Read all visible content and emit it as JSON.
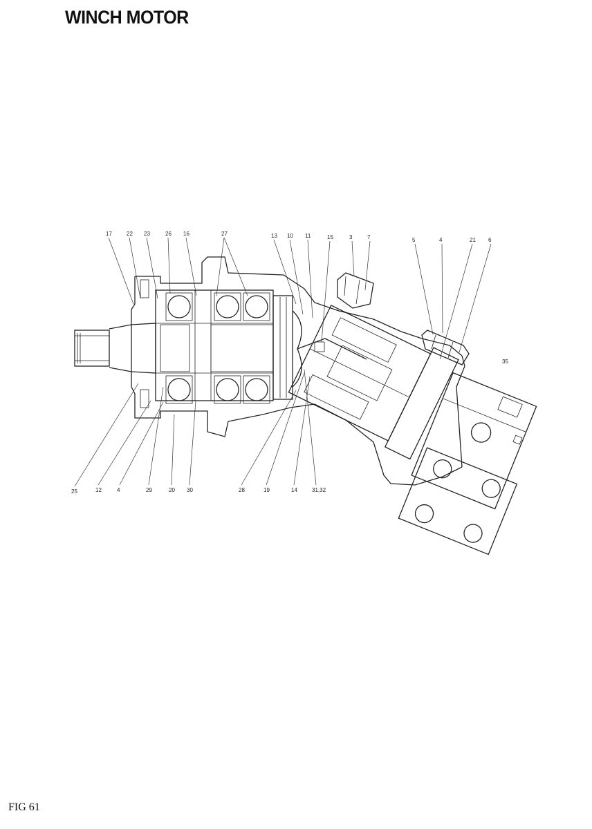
{
  "title": "WINCH MOTOR",
  "figure_label": "FIG 61",
  "callouts_top": [
    {
      "id": "t1",
      "label": "17"
    },
    {
      "id": "t2",
      "label": "22"
    },
    {
      "id": "t3",
      "label": "23"
    },
    {
      "id": "t4",
      "label": "26"
    },
    {
      "id": "t5",
      "label": "16"
    },
    {
      "id": "t6",
      "label": "27"
    },
    {
      "id": "t7",
      "label": "13"
    },
    {
      "id": "t8",
      "label": "10"
    },
    {
      "id": "t9",
      "label": "11"
    },
    {
      "id": "t10",
      "label": "15"
    },
    {
      "id": "t11",
      "label": "3"
    },
    {
      "id": "t12",
      "label": "7"
    },
    {
      "id": "t13",
      "label": "5"
    },
    {
      "id": "t14",
      "label": "4"
    },
    {
      "id": "t15",
      "label": "21"
    },
    {
      "id": "t16",
      "label": "6"
    },
    {
      "id": "t17",
      "label": "35"
    }
  ],
  "callouts_bottom": [
    {
      "id": "b1",
      "label": "25"
    },
    {
      "id": "b2",
      "label": "12"
    },
    {
      "id": "b3",
      "label": "4"
    },
    {
      "id": "b4",
      "label": "29"
    },
    {
      "id": "b5",
      "label": "20"
    },
    {
      "id": "b6",
      "label": "30"
    },
    {
      "id": "b7",
      "label": "28"
    },
    {
      "id": "b8",
      "label": "19"
    },
    {
      "id": "b9",
      "label": "14"
    },
    {
      "id": "b10",
      "label": "31,32"
    }
  ]
}
